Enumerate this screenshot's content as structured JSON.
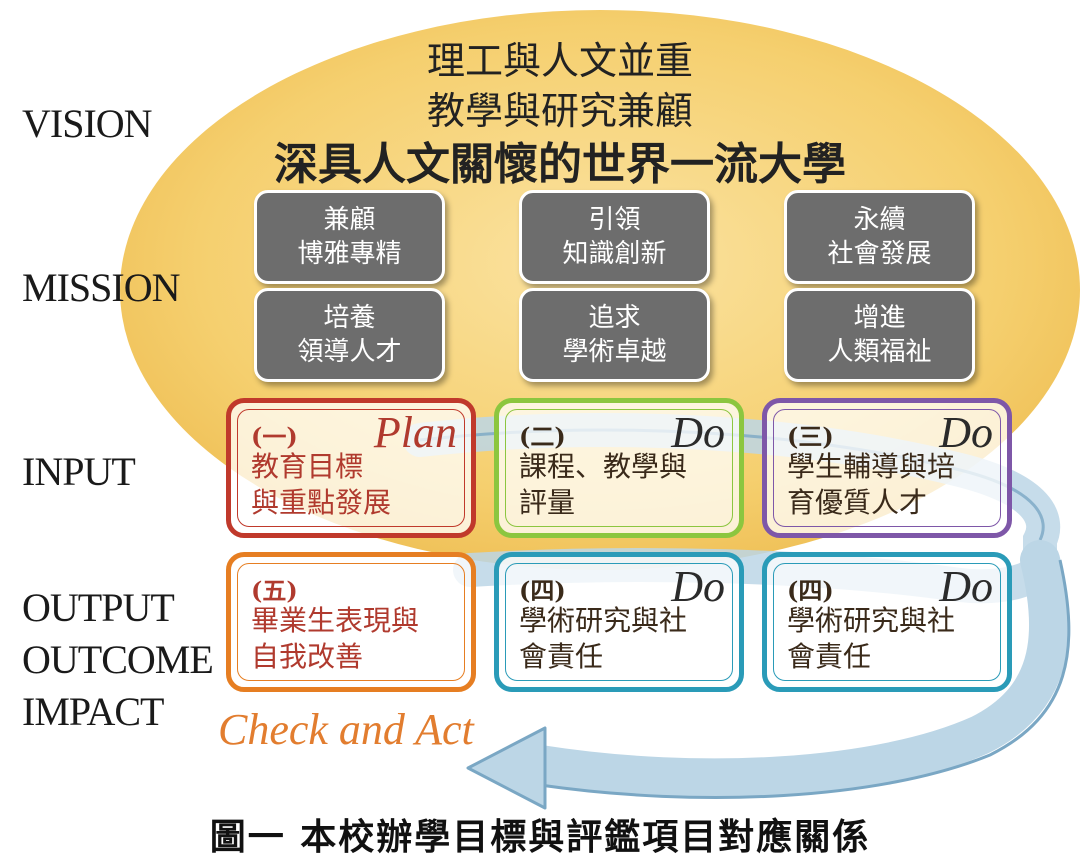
{
  "levels": {
    "vision": "VISION",
    "mission": "MISSION",
    "input": "INPUT",
    "output": "OUTPUT",
    "outcome": "OUTCOME",
    "impact": "IMPACT"
  },
  "vision": {
    "line1": "理工與人文並重",
    "line2": "教學與研究兼顧",
    "line3": "深具人文關懷的世界一流大學"
  },
  "missions": [
    {
      "line1": "兼顧",
      "line2": "博雅專精"
    },
    {
      "line1": "引領",
      "line2": "知識創新"
    },
    {
      "line1": "永續",
      "line2": "社會發展"
    },
    {
      "line1": "培養",
      "line2": "領導人才"
    },
    {
      "line1": "追求",
      "line2": "學術卓越"
    },
    {
      "line1": "增進",
      "line2": "人類福祉"
    }
  ],
  "process_boxes": [
    {
      "num": "(一)",
      "line1": "教育目標",
      "line2": "與重點發展",
      "tag": "Plan",
      "color": "#c0392b"
    },
    {
      "num": "(二)",
      "line1": "課程、教學與",
      "line2": "評量",
      "tag": "Do",
      "color": "#8cc63f"
    },
    {
      "num": "(三)",
      "line1": "學生輔導與培",
      "line2": "育優質人才",
      "tag": "Do",
      "color": "#7e57a8"
    },
    {
      "num": "(五)",
      "line1": "畢業生表現與",
      "line2": "自我改善",
      "tag": "",
      "color": "#e67e22"
    },
    {
      "num": "(四)",
      "line1": "學術研究與社",
      "line2": "會責任",
      "tag": "Do",
      "color": "#2a9bb8"
    },
    {
      "num": "(四)",
      "line1": "學術研究與社",
      "line2": "會責任",
      "tag": "Do",
      "color": "#2a9bb8"
    }
  ],
  "cycle_label": "Check and Act",
  "caption": "圖一 本校辦學目標與評鑑項目對應關係",
  "colors": {
    "ellipse": "#f5cf6e",
    "arrow": "#9fc5dc",
    "mission_box": "#6d6d6d",
    "text_red": "#b03a2e",
    "text_dark": "#3a2a1a",
    "check_act": "#e27d2f"
  }
}
